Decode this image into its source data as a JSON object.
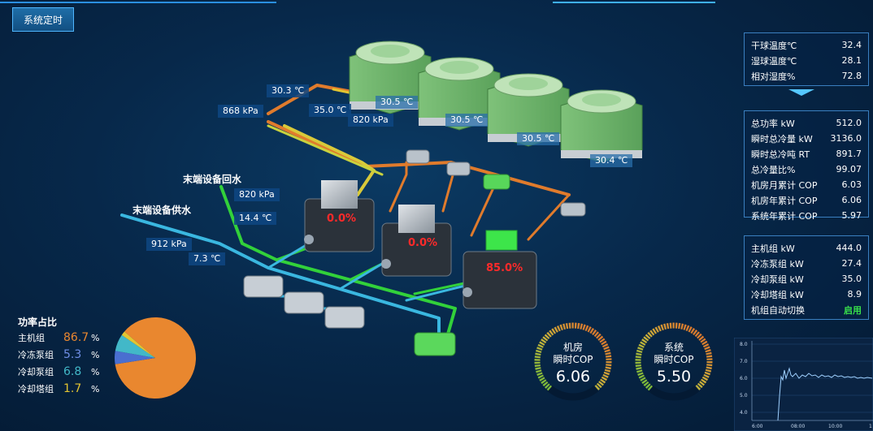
{
  "header": {
    "schedule_button": "系统定时"
  },
  "scene": {
    "tags": {
      "t1": "30.3 ℃",
      "t2": "868 kPa",
      "t3": "35.0 ℃",
      "t4": "820 kPa",
      "t5": "30.5 ℃",
      "t6": "30.5 ℃",
      "t7": "30.5 ℃",
      "t8": "30.4 ℃",
      "t9": "820 kPa",
      "t10": "14.4 ℃",
      "t11": "912 kPa",
      "t12": "7.3  ℃"
    },
    "return_label": "末端设备回水",
    "supply_label": "末端设备供水",
    "chiller_loads": [
      "0.0%",
      "0.0%",
      "85.0%"
    ]
  },
  "weather_panel": {
    "rows": [
      {
        "label": "干球温度℃",
        "value": "32.4"
      },
      {
        "label": "湿球温度℃",
        "value": "28.1"
      },
      {
        "label": "相对湿度%",
        "value": "72.8"
      }
    ]
  },
  "summary_panel": {
    "rows": [
      {
        "label": "总功率 kW",
        "value": "512.0"
      },
      {
        "label": "瞬时总冷量 kW",
        "value": "3136.0"
      },
      {
        "label": "瞬时总冷吨 RT",
        "value": "891.7"
      },
      {
        "label": "总冷量比%",
        "value": "99.07"
      },
      {
        "label": "机房月累计 COP",
        "value": "6.03"
      },
      {
        "label": "机房年累计 COP",
        "value": "6.06"
      },
      {
        "label": "系统年累计 COP",
        "value": "5.97"
      }
    ]
  },
  "equipment_panel": {
    "rows": [
      {
        "label": "主机组 kW",
        "value": "444.0"
      },
      {
        "label": "冷冻泵组 kW",
        "value": "27.4"
      },
      {
        "label": "冷却泵组 kW",
        "value": "35.0"
      },
      {
        "label": "冷却塔组 kW",
        "value": "8.9"
      },
      {
        "label": "机组自动切换",
        "value": "启用"
      }
    ]
  },
  "power_share": {
    "title": "功率占比",
    "unit": "%",
    "items": [
      {
        "name": "主机组",
        "value": "86.7",
        "num": 86.7,
        "color": "#e9872f"
      },
      {
        "name": "冷冻泵组",
        "value": "5.3",
        "num": 5.3,
        "color": "#4a6fd0"
      },
      {
        "name": "冷却泵组",
        "value": "6.8",
        "num": 6.8,
        "color": "#42b8c8"
      },
      {
        "name": "冷却塔组",
        "value": "1.7",
        "num": 1.7,
        "color": "#e3c531"
      }
    ]
  },
  "gauges": [
    {
      "line1": "机房",
      "line2": "瞬时COP",
      "value": "6.06"
    },
    {
      "line1": "系统",
      "line2": "瞬时COP",
      "value": "5.50"
    }
  ],
  "mini_chart": {
    "y_ticks": [
      "8.0",
      "7.0",
      "6.0",
      "5.0",
      "4.0"
    ],
    "x_ticks": [
      "6:00",
      "08:00",
      "10:00",
      "1"
    ]
  }
}
